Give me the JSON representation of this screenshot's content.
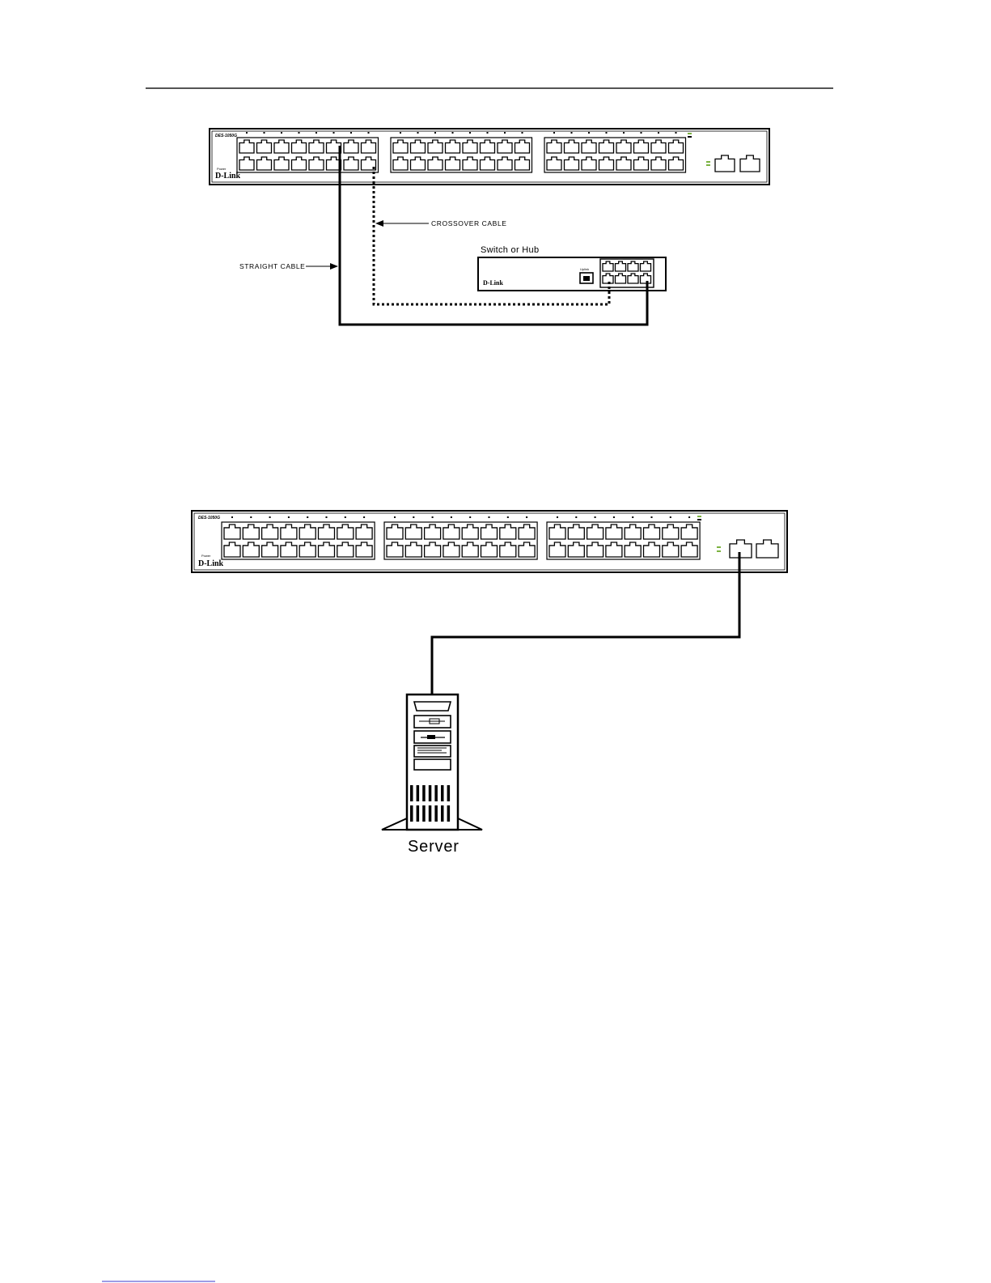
{
  "figure_top": {
    "main_switch": {
      "brand": "D-Link",
      "model": "DES-1050G",
      "power_label": "Power"
    },
    "hub": {
      "title": "Switch or Hub",
      "brand": "D-Link",
      "uplink_label": "Uplink"
    },
    "labels": {
      "crossover": "CROSSOVER CABLE",
      "straight": "STRAIGHT CABLE"
    }
  },
  "figure_bottom": {
    "main_switch": {
      "brand": "D-Link",
      "model": "DES-1050G",
      "power_label": "Power"
    },
    "server_label": "Server"
  },
  "colors": {
    "line": "#000000",
    "led": "#7cb342",
    "background": "#ffffff",
    "footer_link": "#3a3acc"
  }
}
